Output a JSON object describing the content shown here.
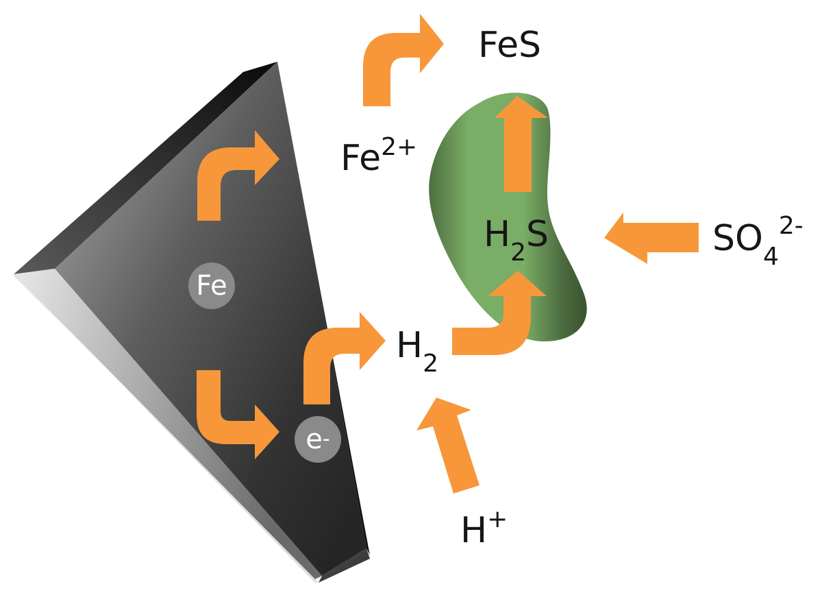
{
  "colors": {
    "arrow": "#f7973a",
    "bacterium_light": "#7fb06a",
    "bacterium_dark": "#3d5a34",
    "iron_light": "#c8c8c8",
    "iron_dark": "#1c1c1c",
    "badge": "#8a8a8a"
  },
  "labels": {
    "fes": "FeS",
    "fe2": {
      "base": "Fe",
      "sup": "2+"
    },
    "h2s": {
      "base1": "H",
      "sub": "2",
      "base2": "S"
    },
    "so4": {
      "base": "SO",
      "sub": "4",
      "sup": "2-"
    },
    "h2": {
      "base": "H",
      "sub": "2"
    },
    "hplus": {
      "base": "H",
      "sup": "+"
    }
  },
  "badges": {
    "fe": "Fe",
    "electron": {
      "base": "e",
      "sup": "-"
    }
  }
}
